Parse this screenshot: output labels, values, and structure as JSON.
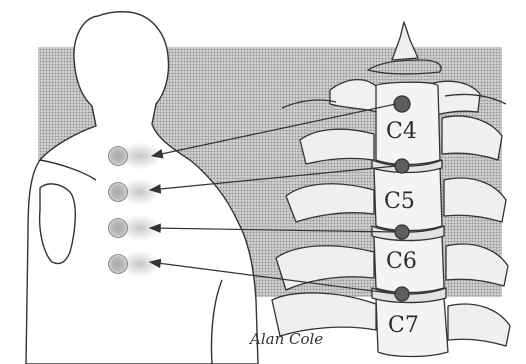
{
  "figure": {
    "vertebra_labels": [
      "C4",
      "C5",
      "C6",
      "C7"
    ],
    "signature": "Alan Cole",
    "colors": {
      "background": "#ffffff",
      "halftone_panel": "#bdbdbd",
      "ink": "#333333",
      "trigger_point": "#b8b8b8",
      "vertebra_fill": "#f4f4f4"
    },
    "icons": [
      "back-silhouette",
      "cervical-spine",
      "trigger-point",
      "pointer-arrow"
    ]
  }
}
